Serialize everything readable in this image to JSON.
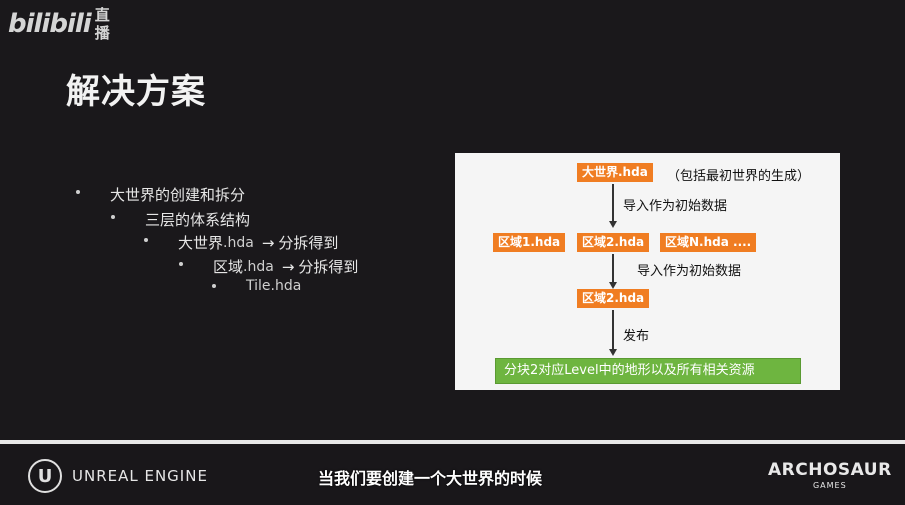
{
  "watermark": {
    "logo": "bilibili",
    "live_line1": "直",
    "live_line2": "播"
  },
  "slide": {
    "title": "解决方案",
    "bullets": [
      {
        "text": "大世界的创建和拆分"
      },
      {
        "text": "三层的体系结构"
      },
      {
        "text_main": "大世界",
        "text_ext": ".hda",
        "arrow": "→",
        "text_after": "分拆得到"
      },
      {
        "text_main": "区域",
        "text_ext": ".hda",
        "arrow": "→",
        "text_after": "分拆得到"
      },
      {
        "text": "Tile.hda"
      }
    ],
    "diagram": {
      "top_box": "大世界.hda",
      "top_note": "（包括最初世界的生成）",
      "step1_label": "导入作为初始数据",
      "regions": [
        "区域1.hda",
        "区域2.hda",
        "区域N.hda ...."
      ],
      "step2_label": "导入作为初始数据",
      "selected_region": "区域2.hda",
      "step3_label": "发布",
      "result_box": "分块2对应Level中的地形以及所有相关资源"
    }
  },
  "footer": {
    "ue_logo": "U",
    "ue_text": "UNREAL ENGINE",
    "subtitle": "当我们要创建一个大世界的时候",
    "brand_name": "ARCHOSAUR",
    "brand_sub": "GAMES"
  },
  "colors": {
    "orange": "#f07d22",
    "green": "#6eb540",
    "background": "#1a181b"
  }
}
